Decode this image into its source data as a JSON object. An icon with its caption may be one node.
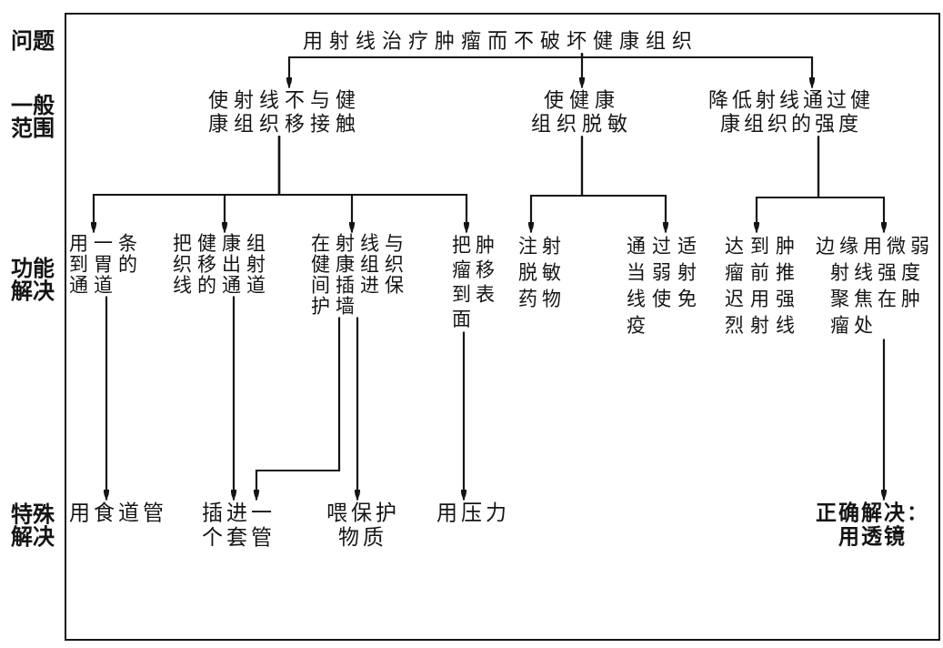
{
  "diagram": {
    "nodes": [
      {
        "text": [
          "用射线治疗肿瘤而不破坏健康组织"
        ]
      },
      {
        "text": [
          "使射线不与健康组织移接触"
        ]
      },
      {
        "text": [
          "使健康组织脱敏"
        ]
      },
      {
        "text": [
          "降低射线通过健康组织的强度"
        ]
      },
      {
        "text": [
          "用一条到胃的通道"
        ]
      },
      {
        "text": [
          "把健康组织移出射线的通道"
        ]
      },
      {
        "text": [
          "在射线与健康组织间插进保护墙"
        ]
      },
      {
        "text": [
          "把肿瘤移到表面"
        ]
      },
      {
        "text": [
          "注射脱敏药物"
        ]
      },
      {
        "text": [
          "通过适当弱射线使免疫"
        ]
      },
      {
        "text": [
          "达到肿瘤前推迟用强烈射线"
        ]
      },
      {
        "text": [
          "边缘用微弱射线强度聚焦在肿瘤处"
        ]
      },
      {
        "text": [
          "用食道管"
        ]
      },
      {
        "text": [
          "插进一个套管"
        ]
      },
      {
        "text": [
          "喂保护物质"
        ]
      },
      {
        "text": [
          "用压力"
        ]
      },
      {
        "text": [
          "正确解决：用透镜"
        ]
      }
    ],
    "edges": [
      {
        "from": 0,
        "to": 1,
        "arrow": "to"
      },
      {
        "from": 0,
        "to": 2,
        "arrow": "to"
      },
      {
        "from": 0,
        "to": 3,
        "arrow": "to"
      },
      {
        "from": 1,
        "to": 4,
        "arrow": "to"
      },
      {
        "from": 1,
        "to": 5,
        "arrow": "to"
      },
      {
        "from": 1,
        "to": 6,
        "arrow": "to"
      },
      {
        "from": 1,
        "to": 7,
        "arrow": "to"
      },
      {
        "from": 2,
        "to": 8,
        "arrow": "to"
      },
      {
        "from": 2,
        "to": 9,
        "arrow": "to"
      },
      {
        "from": 3,
        "to": 10,
        "arrow": "to"
      },
      {
        "from": 3,
        "to": 11,
        "arrow": "to"
      },
      {
        "from": 4,
        "to": 12,
        "arrow": "to"
      },
      {
        "from": 5,
        "to": 13,
        "arrow": "to"
      },
      {
        "from": 6,
        "to": 13,
        "arrow": "to"
      },
      {
        "from": 6,
        "to": 14,
        "arrow": "to"
      },
      {
        "from": 7,
        "to": 15,
        "arrow": "to"
      },
      {
        "from": 11,
        "to": 16,
        "arrow": "to"
      }
    ],
    "labels": [
      "问题",
      "一般范围",
      "功能解决",
      "特殊解决"
    ]
  }
}
